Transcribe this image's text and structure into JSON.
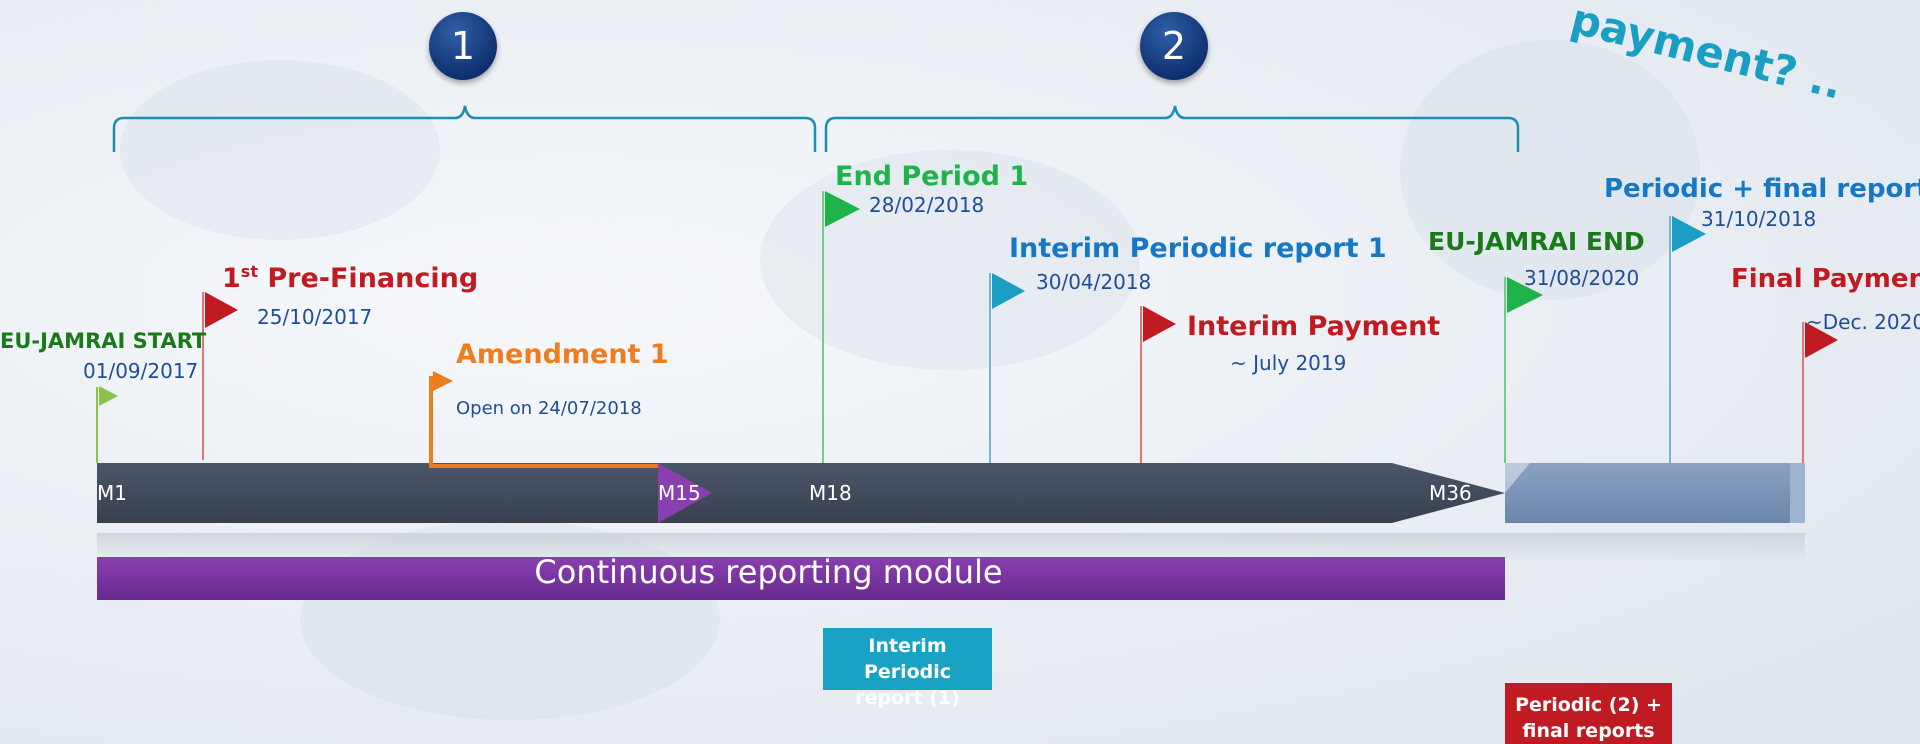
{
  "corner_text": "payment? ..",
  "periods": [
    {
      "number": "1"
    },
    {
      "number": "2"
    }
  ],
  "ticks": {
    "m1": "M1",
    "m15": "M15",
    "m18": "M18",
    "m36": "M36"
  },
  "milestones": {
    "start": {
      "label": "EU-JAMRAI START",
      "date": "01/09/2017",
      "color": "#1a7a1a"
    },
    "prefin": {
      "label_sup": "st",
      "label_num": "1",
      "label_rest": " Pre-Financing",
      "date": "25/10/2017",
      "color": "#c01b22"
    },
    "amendment": {
      "label": "Amendment 1",
      "date": "Open on 24/07/2018",
      "color": "#ee7d1f"
    },
    "end_period1": {
      "label": "End Period 1",
      "date": "28/02/2018",
      "color": "#1fb34a"
    },
    "interim_report": {
      "label": "Interim Periodic report 1",
      "date": "30/04/2018",
      "color": "#1677c4"
    },
    "interim_payment": {
      "label": "Interim Payment",
      "date": "~ July 2019",
      "color": "#c01b22"
    },
    "end": {
      "label": "EU-JAMRAI END",
      "date": "31/08/2020",
      "color": "#1a7a1a"
    },
    "final_reports": {
      "label": "Periodic + final reports",
      "date": "31/10/2018",
      "color": "#1677c4"
    },
    "final_payment": {
      "label": "Final Payment",
      "date": "~Dec. 2020",
      "color": "#c01b22"
    }
  },
  "continuous_module": "Continuous reporting module",
  "boxes": {
    "interim": {
      "line1": "Interim Periodic",
      "line2": "report (1)"
    },
    "final": {
      "line1": "Periodic (2) +",
      "line2": "final reports"
    }
  }
}
